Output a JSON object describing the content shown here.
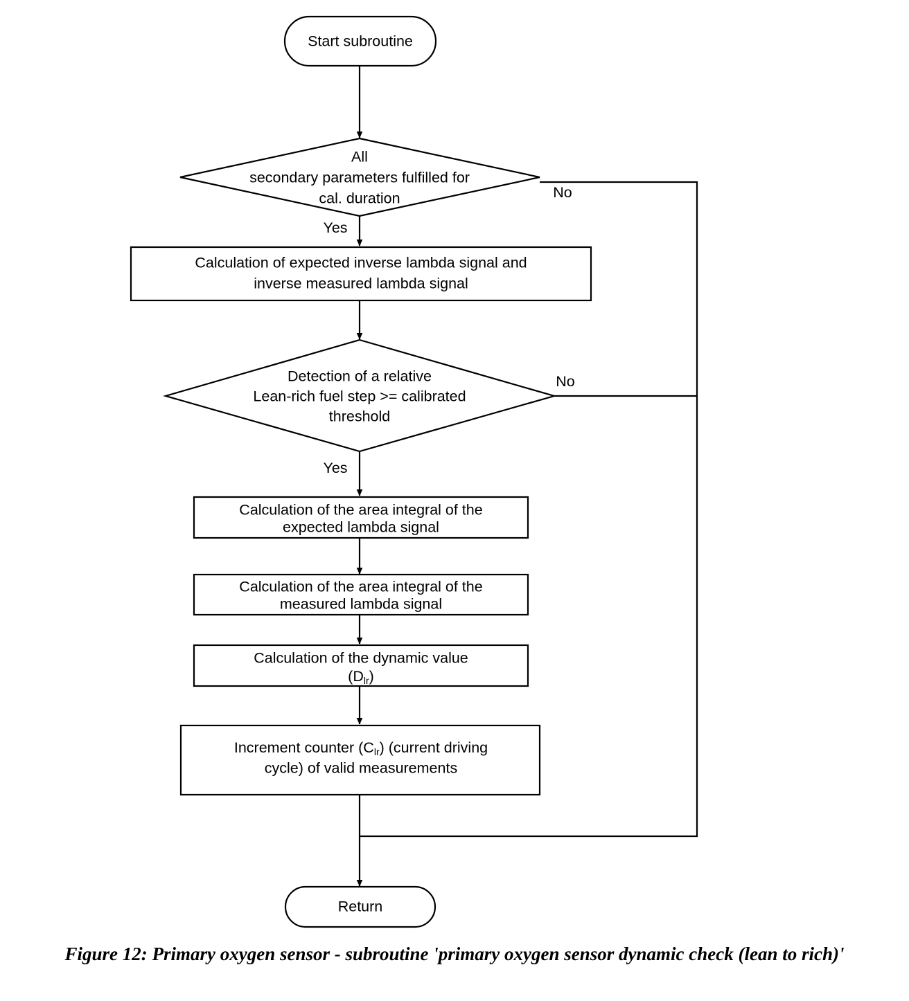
{
  "figure": {
    "caption": "Figure 12: Primary oxygen sensor - subroutine 'primary oxygen sensor dynamic check (lean to rich)'",
    "type": "flowchart"
  },
  "nodes": {
    "start": {
      "shape": "terminator",
      "label": "Start subroutine"
    },
    "decision1": {
      "shape": "decision",
      "line1": "All",
      "line2": "secondary parameters fulfilled for",
      "line3": "cal. duration",
      "yes_label": "Yes",
      "no_label": "No"
    },
    "process1": {
      "shape": "process",
      "line1": "Calculation of expected inverse lambda signal and",
      "line2": "inverse measured lambda signal"
    },
    "decision2": {
      "shape": "decision",
      "line1": "Detection of a relative",
      "line2": "Lean-rich fuel step >= calibrated",
      "line3": "threshold",
      "yes_label": "Yes",
      "no_label": "No"
    },
    "process2": {
      "shape": "process",
      "line1": "Calculation of the area integral of the",
      "line2": "expected lambda signal"
    },
    "process3": {
      "shape": "process",
      "line1": "Calculation of the area integral of the",
      "line2": "measured lambda signal"
    },
    "process4": {
      "shape": "process",
      "line1": "Calculation of the dynamic value",
      "line2_prefix": "(D",
      "line2_sub": "lr",
      "line2_suffix": ")"
    },
    "process5": {
      "shape": "process",
      "line1_prefix": "Increment counter (C",
      "line1_sub": "lr",
      "line1_suffix": ") (current driving",
      "line2": "cycle) of valid measurements"
    },
    "end": {
      "shape": "terminator",
      "label": "Return"
    }
  },
  "colors": {
    "stroke": "#000000",
    "fill": "#ffffff",
    "text": "#000000"
  }
}
